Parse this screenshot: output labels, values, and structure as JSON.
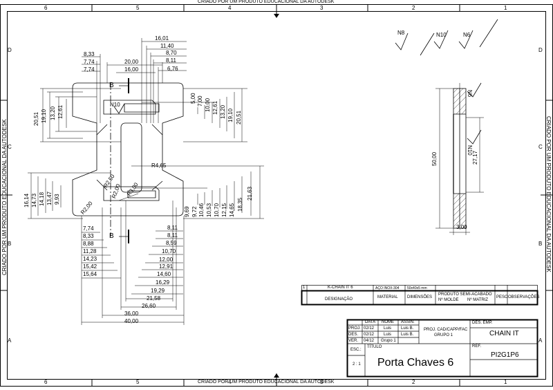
{
  "watermark": "CRIADO POR UM PRODUTO EDUCACIONAL DA AUTODESK",
  "col_numbers": [
    "6",
    "5",
    "4",
    "3",
    "2",
    "1"
  ],
  "row_letters": [
    "D",
    "C",
    "B",
    "A"
  ],
  "surface_symbols": [
    "N8",
    "N10",
    "N6"
  ],
  "main_view": {
    "top_dims": [
      "16,01",
      "11,40",
      "8,70",
      "8,11",
      "6,76"
    ],
    "top_left_dims": [
      "8,33",
      "7,74",
      "7,74"
    ],
    "top_center_dims": [
      "20,00",
      "16,00"
    ],
    "right_upper_dims": [
      "5,00",
      "7,00",
      "10,00",
      "12,61",
      "13,20",
      "19,10",
      "20,51"
    ],
    "left_upper_dims": [
      "20,51",
      "19,10",
      "13,20",
      "12,61"
    ],
    "left_lower_dims": [
      "16,14",
      "14,73",
      "14,18",
      "13,47",
      "9,93"
    ],
    "right_lower_dims": [
      "9,69",
      "9,72",
      "10,46",
      "10,53",
      "10,70",
      "12,15",
      "14,65",
      "18,35",
      "21,63"
    ],
    "bottom_left_dims": [
      "7,74",
      "8,33",
      "8,88",
      "11,28",
      "14,23",
      "15,42",
      "15,64"
    ],
    "bottom_right_dims": [
      "8,11",
      "8,11",
      "8,59",
      "10,70",
      "12,00",
      "12,91",
      "14,60",
      "16,29",
      "19,29",
      "21,58",
      "26,60",
      "36,00",
      "40,00"
    ],
    "radii": [
      "R4,65",
      "R2,50",
      "R2,00",
      "R3,00",
      "R2,00"
    ],
    "section_label_b": "B",
    "surface_n10": "N10"
  },
  "side_view": {
    "dims": [
      "50,00",
      "27,17",
      "3,00"
    ],
    "surfaces": [
      "N6",
      "N10"
    ]
  },
  "parts_list": {
    "row": {
      "num": "1",
      "designation": "K-CHAIN IT 6",
      "material": "AÇO INOX-304",
      "dimensions": "50x40x5 mm"
    },
    "headers": [
      "DESIGNAÇÃO",
      "MATERIAL",
      "DIMENSÕES",
      "PRODUTO SEMI-ACABADO",
      "Nº MOLDE",
      "Nº MATRIZ",
      "PESO",
      "OBSERVAÇÕES"
    ]
  },
  "title_block": {
    "col_data": "DATA",
    "col_nome": "NOME",
    "col_assin": "ASSIN.",
    "rows": [
      {
        "label": "PROJ.",
        "data": "02/12",
        "nome": "Luis",
        "assin": "Luis B."
      },
      {
        "label": "DES.",
        "data": "02/12",
        "nome": "Luis",
        "assin": "Luis B."
      },
      {
        "label": "VER.",
        "data": "04/12",
        "nome": "Grupo 1",
        "assin": ""
      }
    ],
    "proj_line1": "PROJ. CAD/CAPP/FAC",
    "proj_line2": "GRUPO 1",
    "des_emp_label": "DES. EMP.",
    "des_emp_value": "CHAIN IT",
    "ref_label": "REF.",
    "ref_value": "PI2G1P6",
    "esc_label": "ESC.:",
    "esc_value": "2 : 1",
    "titulo_label": "TÍTULO",
    "titulo_value": "Porta Chaves 6"
  }
}
